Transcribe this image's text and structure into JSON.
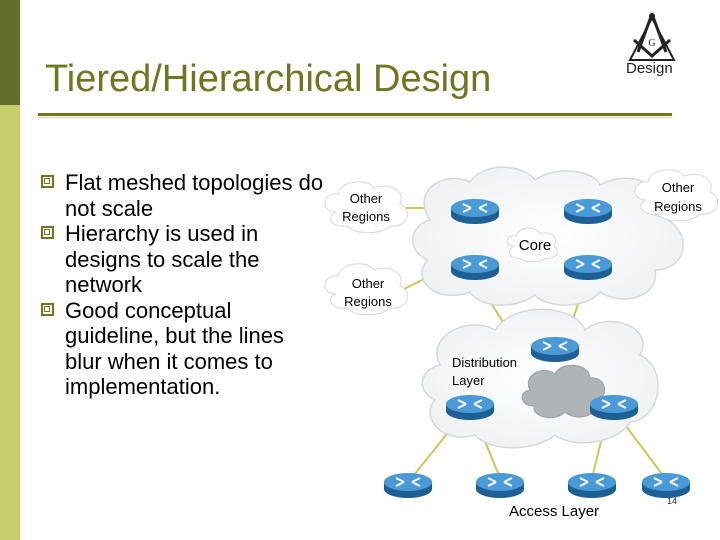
{
  "slide": {
    "title": "Tiered/Hierarchical Design",
    "badge": "Design",
    "logo_icon": "compass-square-icon",
    "page_number": "14"
  },
  "bullets": [
    "Flat meshed topologies do not scale",
    "Hierarchy is used in designs to scale the network",
    "Good conceptual guideline, but the lines blur when it comes to implementation."
  ],
  "diagram": {
    "labels": {
      "other_regions_1": [
        "Other",
        "Regions"
      ],
      "other_regions_2": [
        "Other",
        "Regions"
      ],
      "other_regions_3": [
        "Other",
        "Regions"
      ],
      "core": "Core",
      "distribution": [
        "Distribution",
        "Layer"
      ],
      "access": "Access Layer"
    },
    "icons": {
      "router": "router-icon",
      "cloud": "network-cloud-icon"
    }
  },
  "colors": {
    "accent": "#6e7620",
    "side_bar": "#c6cf6c",
    "side_bar_dark": "#656d2d",
    "router": "#3a86c4",
    "link": "#c7c95a"
  }
}
